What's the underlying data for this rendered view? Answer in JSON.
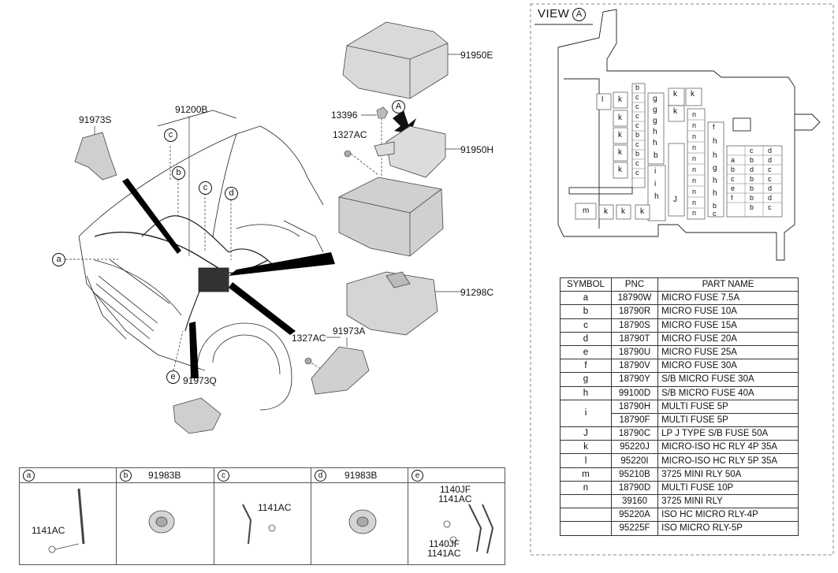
{
  "view": {
    "title": "VIEW",
    "marker": "A"
  },
  "callouts": {
    "p91950E": "91950E",
    "p13396": "13396",
    "p1327AC_top": "1327AC",
    "p91950H": "91950H",
    "p91973S": "91973S",
    "p91200B": "91200B",
    "p91298C": "91298C",
    "p91973A": "91973A",
    "p1327AC_bottom": "1327AC",
    "p91973Q": "91973Q",
    "view_marker": "A",
    "circ_a": "a",
    "circ_b": "b",
    "circ_c": "c",
    "circ_d": "d",
    "circ_e": "e"
  },
  "fuse_box_labels": {
    "k": "k",
    "l": "l",
    "m": "m",
    "n": "n",
    "h": "h",
    "g": "g",
    "i": "i",
    "j": "J",
    "f": "f",
    "b": "b",
    "c": "c",
    "d": "d",
    "e": "e",
    "a": "a"
  },
  "table": {
    "headers": [
      "SYMBOL",
      "PNC",
      "PART NAME"
    ],
    "rows": [
      {
        "symbol": "a",
        "pnc": "18790W",
        "name": "MICRO FUSE 7.5A"
      },
      {
        "symbol": "b",
        "pnc": "18790R",
        "name": "MICRO FUSE 10A"
      },
      {
        "symbol": "c",
        "pnc": "18790S",
        "name": "MICRO FUSE 15A"
      },
      {
        "symbol": "d",
        "pnc": "18790T",
        "name": "MICRO FUSE 20A"
      },
      {
        "symbol": "e",
        "pnc": "18790U",
        "name": "MICRO FUSE 25A"
      },
      {
        "symbol": "f",
        "pnc": "18790V",
        "name": "MICRO FUSE 30A"
      },
      {
        "symbol": "g",
        "pnc": "18790Y",
        "name": "S/B MICRO FUSE 30A"
      },
      {
        "symbol": "h",
        "pnc": "99100D",
        "name": "S/B MICRO FUSE 40A"
      },
      {
        "symbol": "i",
        "pnc": "18790H",
        "name": "MULTI FUSE 5P"
      },
      {
        "symbol": "",
        "pnc": "18790F",
        "name": "MULTI FUSE 5P"
      },
      {
        "symbol": "J",
        "pnc": "18790C",
        "name": "LP J TYPE S/B FUSE 50A"
      },
      {
        "symbol": "k",
        "pnc": "95220J",
        "name": "MICRO-ISO HC RLY 4P 35A"
      },
      {
        "symbol": "l",
        "pnc": "95220I",
        "name": "MICRO-ISO HC RLY 5P 35A"
      },
      {
        "symbol": "m",
        "pnc": "95210B",
        "name": "3725 MINI RLY 50A"
      },
      {
        "symbol": "n",
        "pnc": "18790D",
        "name": "MULTI FUSE 10P"
      },
      {
        "symbol": "",
        "pnc": "39160",
        "name": "3725 MINI RLY"
      },
      {
        "symbol": "",
        "pnc": "95220A",
        "name": "ISO HC MICRO RLY-4P"
      },
      {
        "symbol": "",
        "pnc": "95225F",
        "name": "ISO MICRO RLY-5P"
      }
    ]
  },
  "panels": [
    {
      "id": "a",
      "title": "",
      "labels": [
        "1141AC"
      ]
    },
    {
      "id": "b",
      "title": "91983B",
      "labels": []
    },
    {
      "id": "c",
      "title": "",
      "labels": [
        "1141AC"
      ]
    },
    {
      "id": "d",
      "title": "91983B",
      "labels": []
    },
    {
      "id": "e",
      "title": "",
      "labels": [
        "1140JF",
        "1141AC",
        "1140JF",
        "1141AC"
      ]
    }
  ]
}
